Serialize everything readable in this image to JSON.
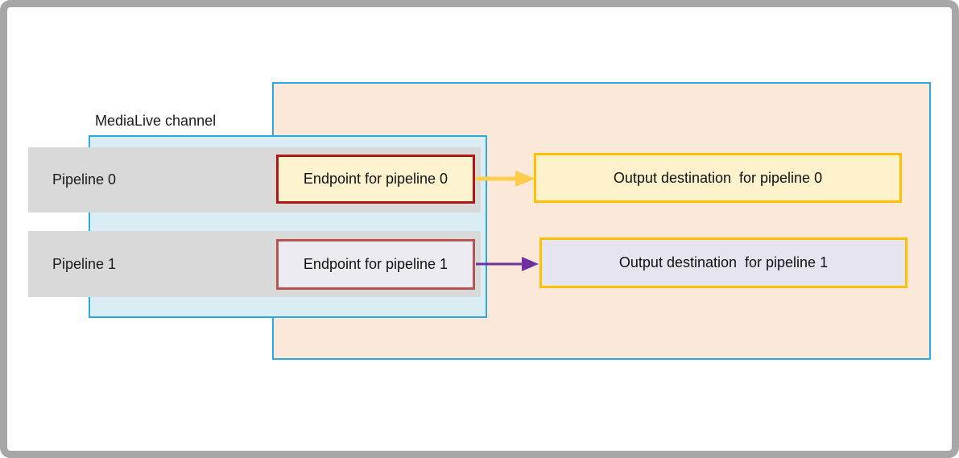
{
  "diagram": {
    "title": "MediaLive channel",
    "pipelines": [
      {
        "label": "Pipeline 0"
      },
      {
        "label": "Pipeline 1"
      }
    ],
    "endpoints": [
      {
        "label": "Endpoint for pipeline 0"
      },
      {
        "label": "Endpoint for pipeline 1"
      }
    ],
    "outputs": [
      {
        "label": "Output destination  for pipeline 0"
      },
      {
        "label": "Output destination  for pipeline 1"
      }
    ],
    "colors": {
      "frame_border": "#a7a7a7",
      "container_border_cyan": "#29abe2",
      "medialive_fill": "#daecf4",
      "destinations_fill": "#fbe8d9",
      "pipeline_bar_fill": "#d9d9d9",
      "endpoint0_border": "#b01616",
      "endpoint0_fill": "#fdf3cf",
      "endpoint1_border": "#b85450",
      "endpoint1_fill": "#edebf2",
      "output_border": "#ffc000",
      "output0_fill": "#fdf2cc",
      "output1_fill": "#e6e4ee",
      "arrow_pipeline0": "#fcce4b",
      "arrow_pipeline1": "#7030a0"
    }
  }
}
